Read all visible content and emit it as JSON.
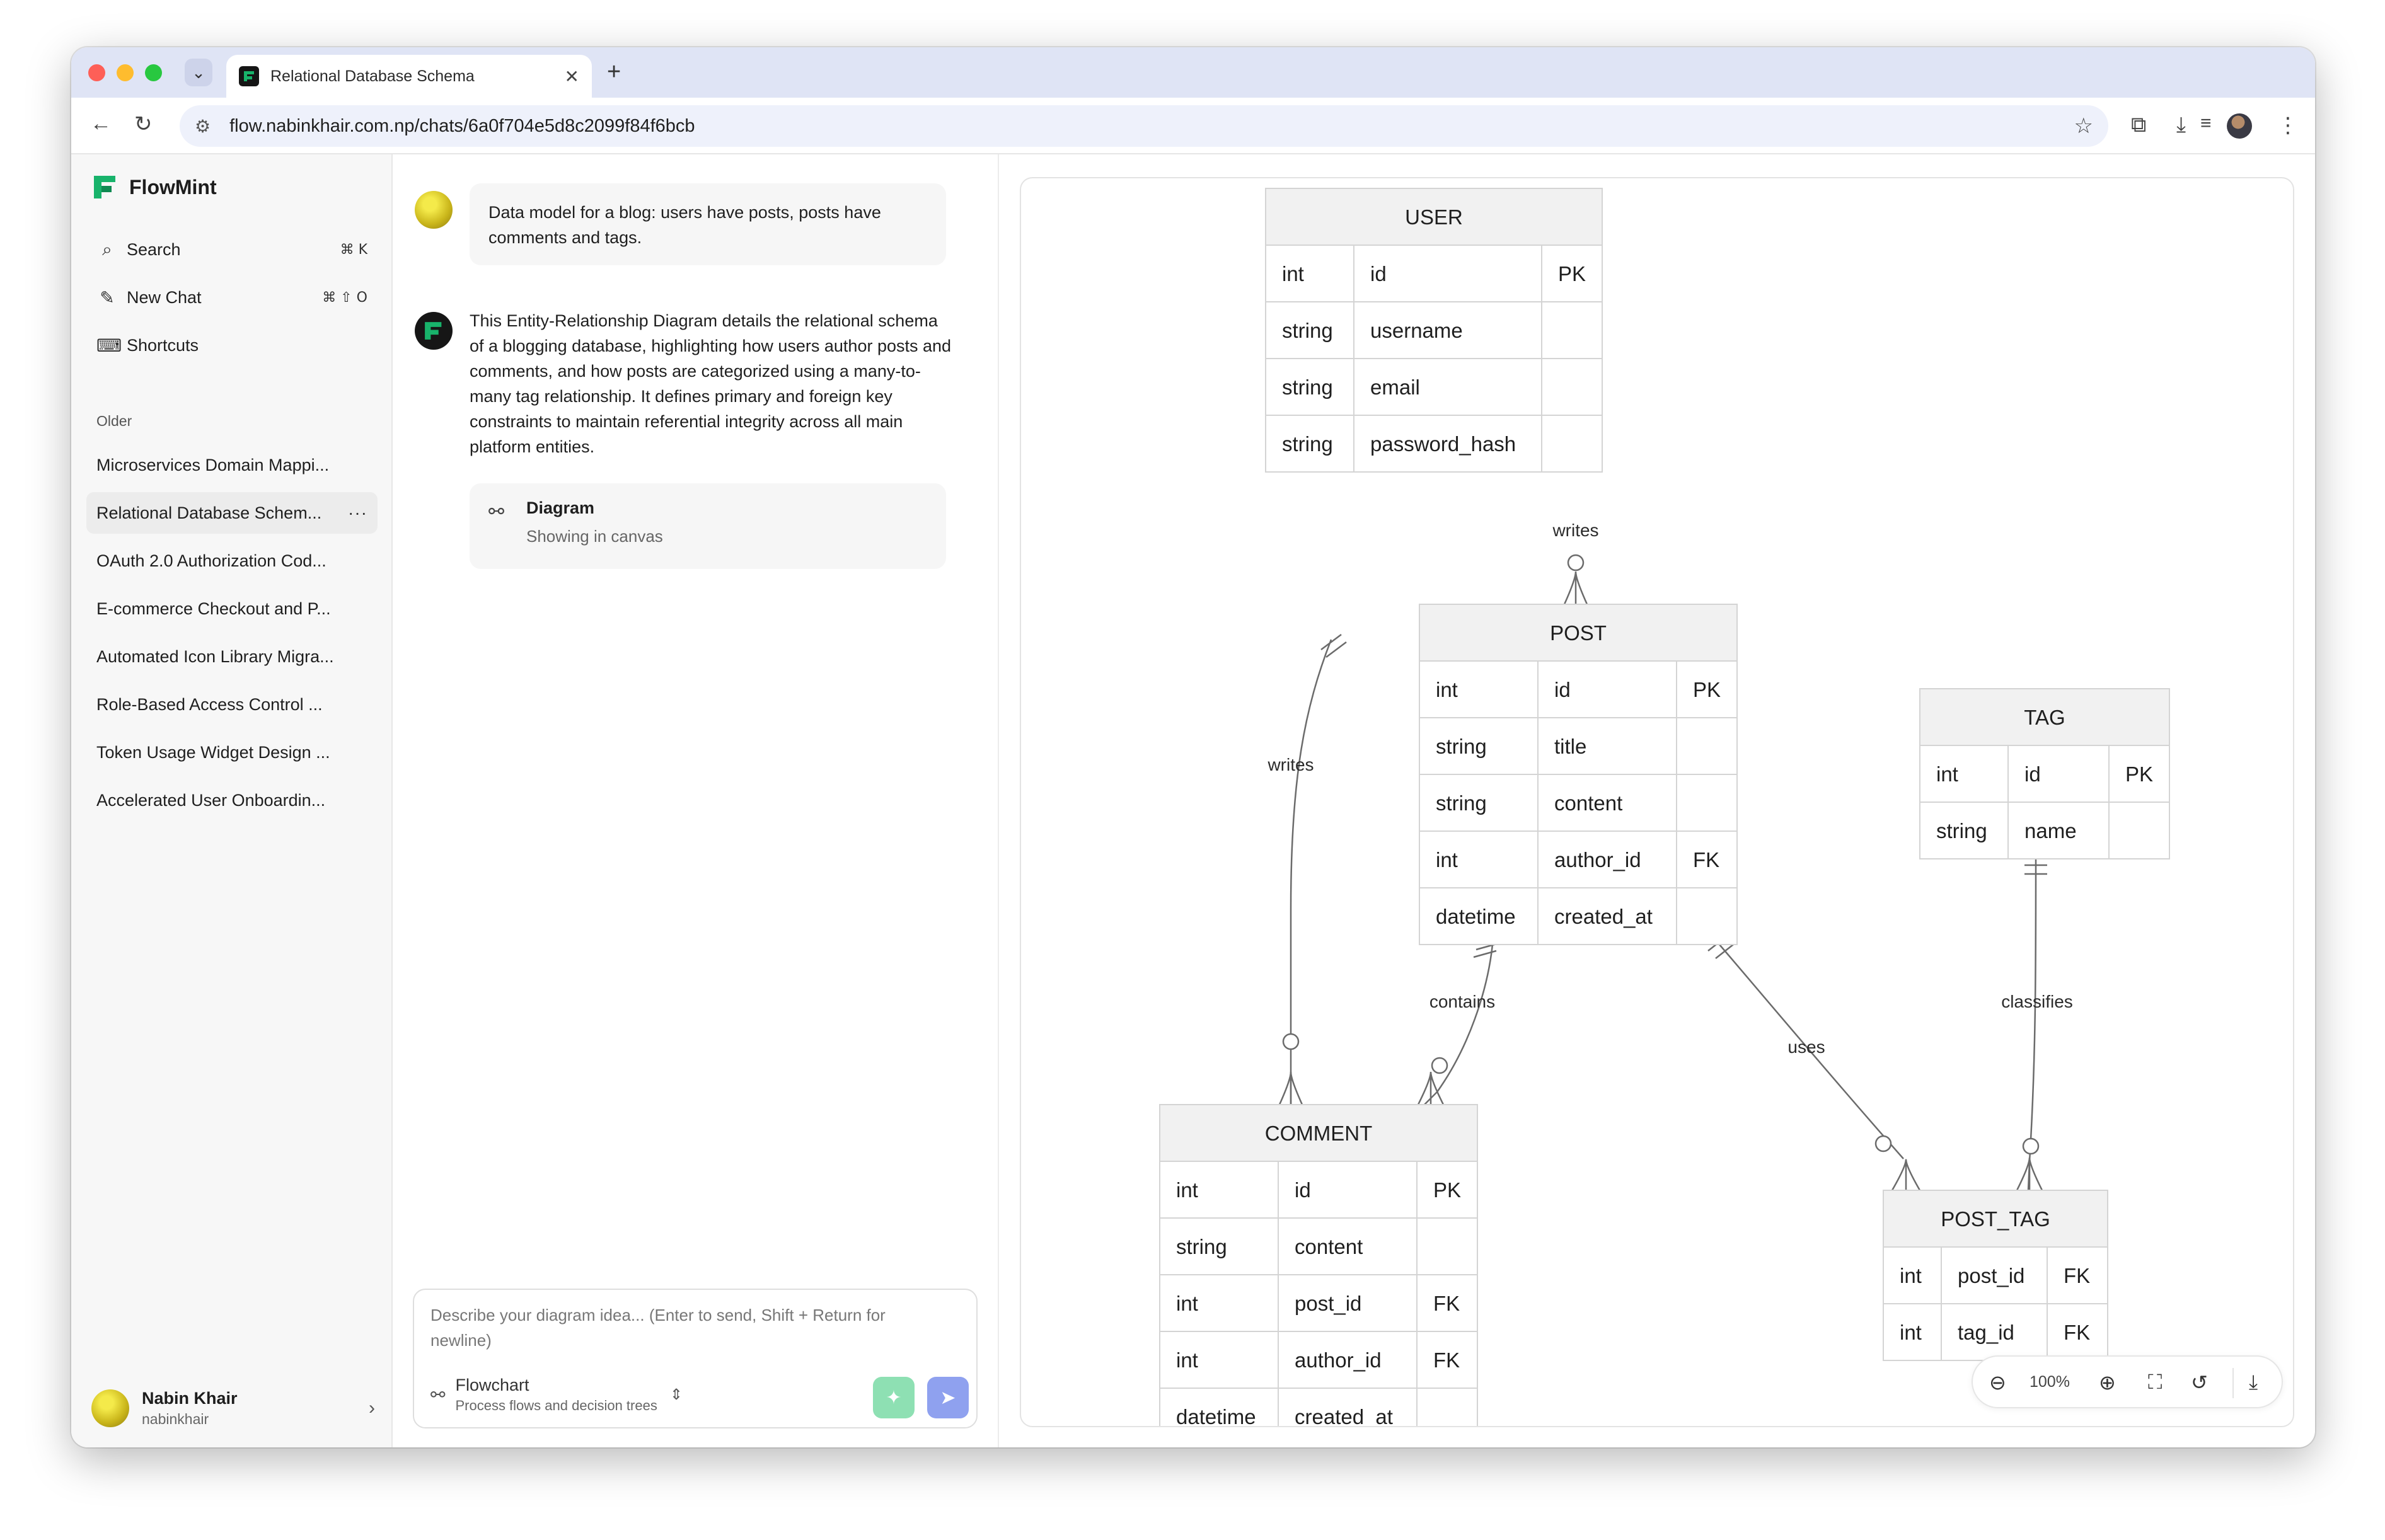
{
  "browser": {
    "tab_title": "Relational Database Schema",
    "url": "flow.nabinkhair.com.np/chats/6a0f704e5d8c2099f84f6bcb"
  },
  "sidebar": {
    "brand": "FlowMint",
    "items": [
      {
        "label": "Search",
        "shortcut": "⌘ K",
        "icon": "search-icon"
      },
      {
        "label": "New Chat",
        "shortcut": "⌘ ⇧ O",
        "icon": "edit-icon"
      },
      {
        "label": "Shortcuts",
        "shortcut": "",
        "icon": "keyboard-icon"
      }
    ],
    "section_label": "Older",
    "history": [
      "Microservices Domain Mappi...",
      "Relational Database Schem...",
      "OAuth 2.0 Authorization Cod...",
      "E-commerce Checkout and P...",
      "Automated Icon Library Migra...",
      "Role-Based Access Control ...",
      "Token Usage Widget Design ...",
      "Accelerated User Onboardin..."
    ],
    "active_history_index": 1,
    "user": {
      "name": "Nabin Khair",
      "handle": "nabinkhair"
    }
  },
  "chat": {
    "user_message": "Data model for a blog: users have posts, posts have comments and tags.",
    "assistant_message": "This Entity-Relationship Diagram details the relational schema of a blogging database, highlighting how users author posts and comments, and how posts are categorized using a many-to-many tag relationship. It defines primary and foreign key constraints to maintain referential integrity across all main platform entities.",
    "artifact_title": "Diagram",
    "artifact_subtitle": "Showing in canvas",
    "composer_placeholder": "Describe your diagram idea... (Enter to send, Shift + Return for newline)",
    "mode_title": "Flowchart",
    "mode_subtitle": "Process flows and decision trees"
  },
  "canvas": {
    "zoom": "100%",
    "entities": [
      {
        "name": "USER",
        "rows": [
          [
            "int",
            "id",
            "PK"
          ],
          [
            "string",
            "username",
            ""
          ],
          [
            "string",
            "email",
            ""
          ],
          [
            "string",
            "password_hash",
            ""
          ]
        ]
      },
      {
        "name": "POST",
        "rows": [
          [
            "int",
            "id",
            "PK"
          ],
          [
            "string",
            "title",
            ""
          ],
          [
            "string",
            "content",
            ""
          ],
          [
            "int",
            "author_id",
            "FK"
          ],
          [
            "datetime",
            "created_at",
            ""
          ]
        ]
      },
      {
        "name": "TAG",
        "rows": [
          [
            "int",
            "id",
            "PK"
          ],
          [
            "string",
            "name",
            ""
          ]
        ]
      },
      {
        "name": "COMMENT",
        "rows": [
          [
            "int",
            "id",
            "PK"
          ],
          [
            "string",
            "content",
            ""
          ],
          [
            "int",
            "post_id",
            "FK"
          ],
          [
            "int",
            "author_id",
            "FK"
          ],
          [
            "datetime",
            "created_at",
            ""
          ]
        ]
      },
      {
        "name": "POST_TAG",
        "rows": [
          [
            "int",
            "post_id",
            "FK"
          ],
          [
            "int",
            "tag_id",
            "FK"
          ]
        ]
      }
    ],
    "relationships": [
      {
        "label": "writes",
        "from": "USER",
        "to": "POST"
      },
      {
        "label": "writes",
        "from": "USER",
        "to": "COMMENT"
      },
      {
        "label": "contains",
        "from": "POST",
        "to": "COMMENT"
      },
      {
        "label": "uses",
        "from": "POST",
        "to": "POST_TAG"
      },
      {
        "label": "classifies",
        "from": "TAG",
        "to": "POST_TAG"
      }
    ]
  },
  "colors": {
    "brand": "#18b36b",
    "send": "#8fa1ef",
    "sparkle": "#8ee0b3"
  }
}
